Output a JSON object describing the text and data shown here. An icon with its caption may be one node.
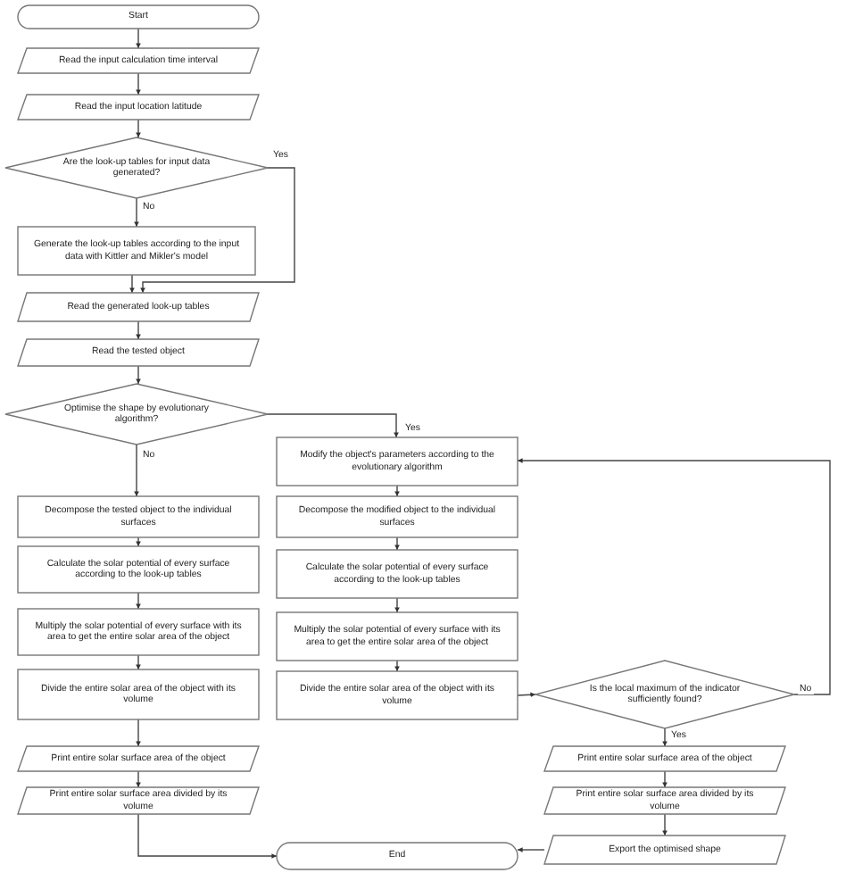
{
  "diagram": {
    "nodes": [
      {
        "text": [
          "Start"
        ]
      },
      {
        "text": [
          "Read the input calculation time interval"
        ]
      },
      {
        "text": [
          "Read the input location latitude"
        ]
      },
      {
        "text": [
          "Are the look-up tables for input data generated?"
        ]
      },
      {
        "text": [
          "Generate the look-up tables according to the input data with Kittler and Mikler's model"
        ]
      },
      {
        "text": [
          "Read the generated look-up tables"
        ]
      },
      {
        "text": [
          "Read the tested object"
        ]
      },
      {
        "text": [
          "Optimise the shape by evolutionary algorithm?"
        ]
      },
      {
        "text": [
          "Modify the object's parameters according to the evolutionary algorithm"
        ]
      },
      {
        "text": [
          "Decompose the tested object to the individual surfaces"
        ]
      },
      {
        "text": [
          "Decompose the modified object to the individual surfaces"
        ]
      },
      {
        "text": [
          "Calculate the solar potential of every surface according to the look-up tables"
        ]
      },
      {
        "text": [
          "Calculate the solar potential of every surface according to the look-up tables"
        ]
      },
      {
        "text": [
          "Multiply the solar potential of every surface with its area to get the entire solar area of the object"
        ]
      },
      {
        "text": [
          "Multiply the solar potential of every surface with its area to get the entire solar area of the object"
        ]
      },
      {
        "text": [
          "Divide the entire solar area of the object with its volume"
        ]
      },
      {
        "text": [
          "Divide the entire solar area of the object with its volume"
        ]
      },
      {
        "text": [
          "Is the local maximum of the indicator sufficiently found?"
        ]
      },
      {
        "text": [
          "Print entire solar surface area of the object"
        ]
      },
      {
        "text": [
          "Print entire solar surface area of the object"
        ]
      },
      {
        "text": [
          "Print entire solar surface area divided by its volume"
        ]
      },
      {
        "text": [
          "Print entire solar surface area divided by its volume"
        ]
      },
      {
        "text": [
          "End"
        ]
      },
      {
        "text": [
          "Export the optimised shape"
        ]
      }
    ],
    "edges": [
      {
        "from": 0,
        "to": 1,
        "arrow": "to"
      },
      {
        "from": 1,
        "to": 2,
        "arrow": "to"
      },
      {
        "from": 2,
        "to": 3,
        "arrow": "to"
      },
      {
        "from": 3,
        "to": 4,
        "arrow": "to",
        "label": "No"
      },
      {
        "from": 3,
        "to": 5,
        "arrow": "to",
        "label": "Yes"
      },
      {
        "from": 4,
        "to": 5,
        "arrow": "to"
      },
      {
        "from": 5,
        "to": 6,
        "arrow": "to"
      },
      {
        "from": 6,
        "to": 7,
        "arrow": "to"
      },
      {
        "from": 7,
        "to": 9,
        "arrow": "to",
        "label": "No"
      },
      {
        "from": 7,
        "to": 8,
        "arrow": "to",
        "label": "Yes"
      },
      {
        "from": 8,
        "to": 10,
        "arrow": "to"
      },
      {
        "from": 10,
        "to": 12,
        "arrow": "to"
      },
      {
        "from": 12,
        "to": 14,
        "arrow": "to"
      },
      {
        "from": 14,
        "to": 16,
        "arrow": "to"
      },
      {
        "from": 16,
        "to": 17,
        "arrow": "to"
      },
      {
        "from": 17,
        "to": 8,
        "arrow": "to",
        "label": "No"
      },
      {
        "from": 17,
        "to": 19,
        "arrow": "to",
        "label": "Yes"
      },
      {
        "from": 19,
        "to": 21,
        "arrow": "to"
      },
      {
        "from": 21,
        "to": 23,
        "arrow": "to"
      },
      {
        "from": 23,
        "to": 22,
        "arrow": "to"
      },
      {
        "from": 9,
        "to": 11,
        "arrow": "to"
      },
      {
        "from": 11,
        "to": 13,
        "arrow": "to"
      },
      {
        "from": 13,
        "to": 15,
        "arrow": "to"
      },
      {
        "from": 15,
        "to": 18,
        "arrow": "to"
      },
      {
        "from": 18,
        "to": 20,
        "arrow": "to"
      },
      {
        "from": 20,
        "to": 22,
        "arrow": "to"
      }
    ]
  }
}
